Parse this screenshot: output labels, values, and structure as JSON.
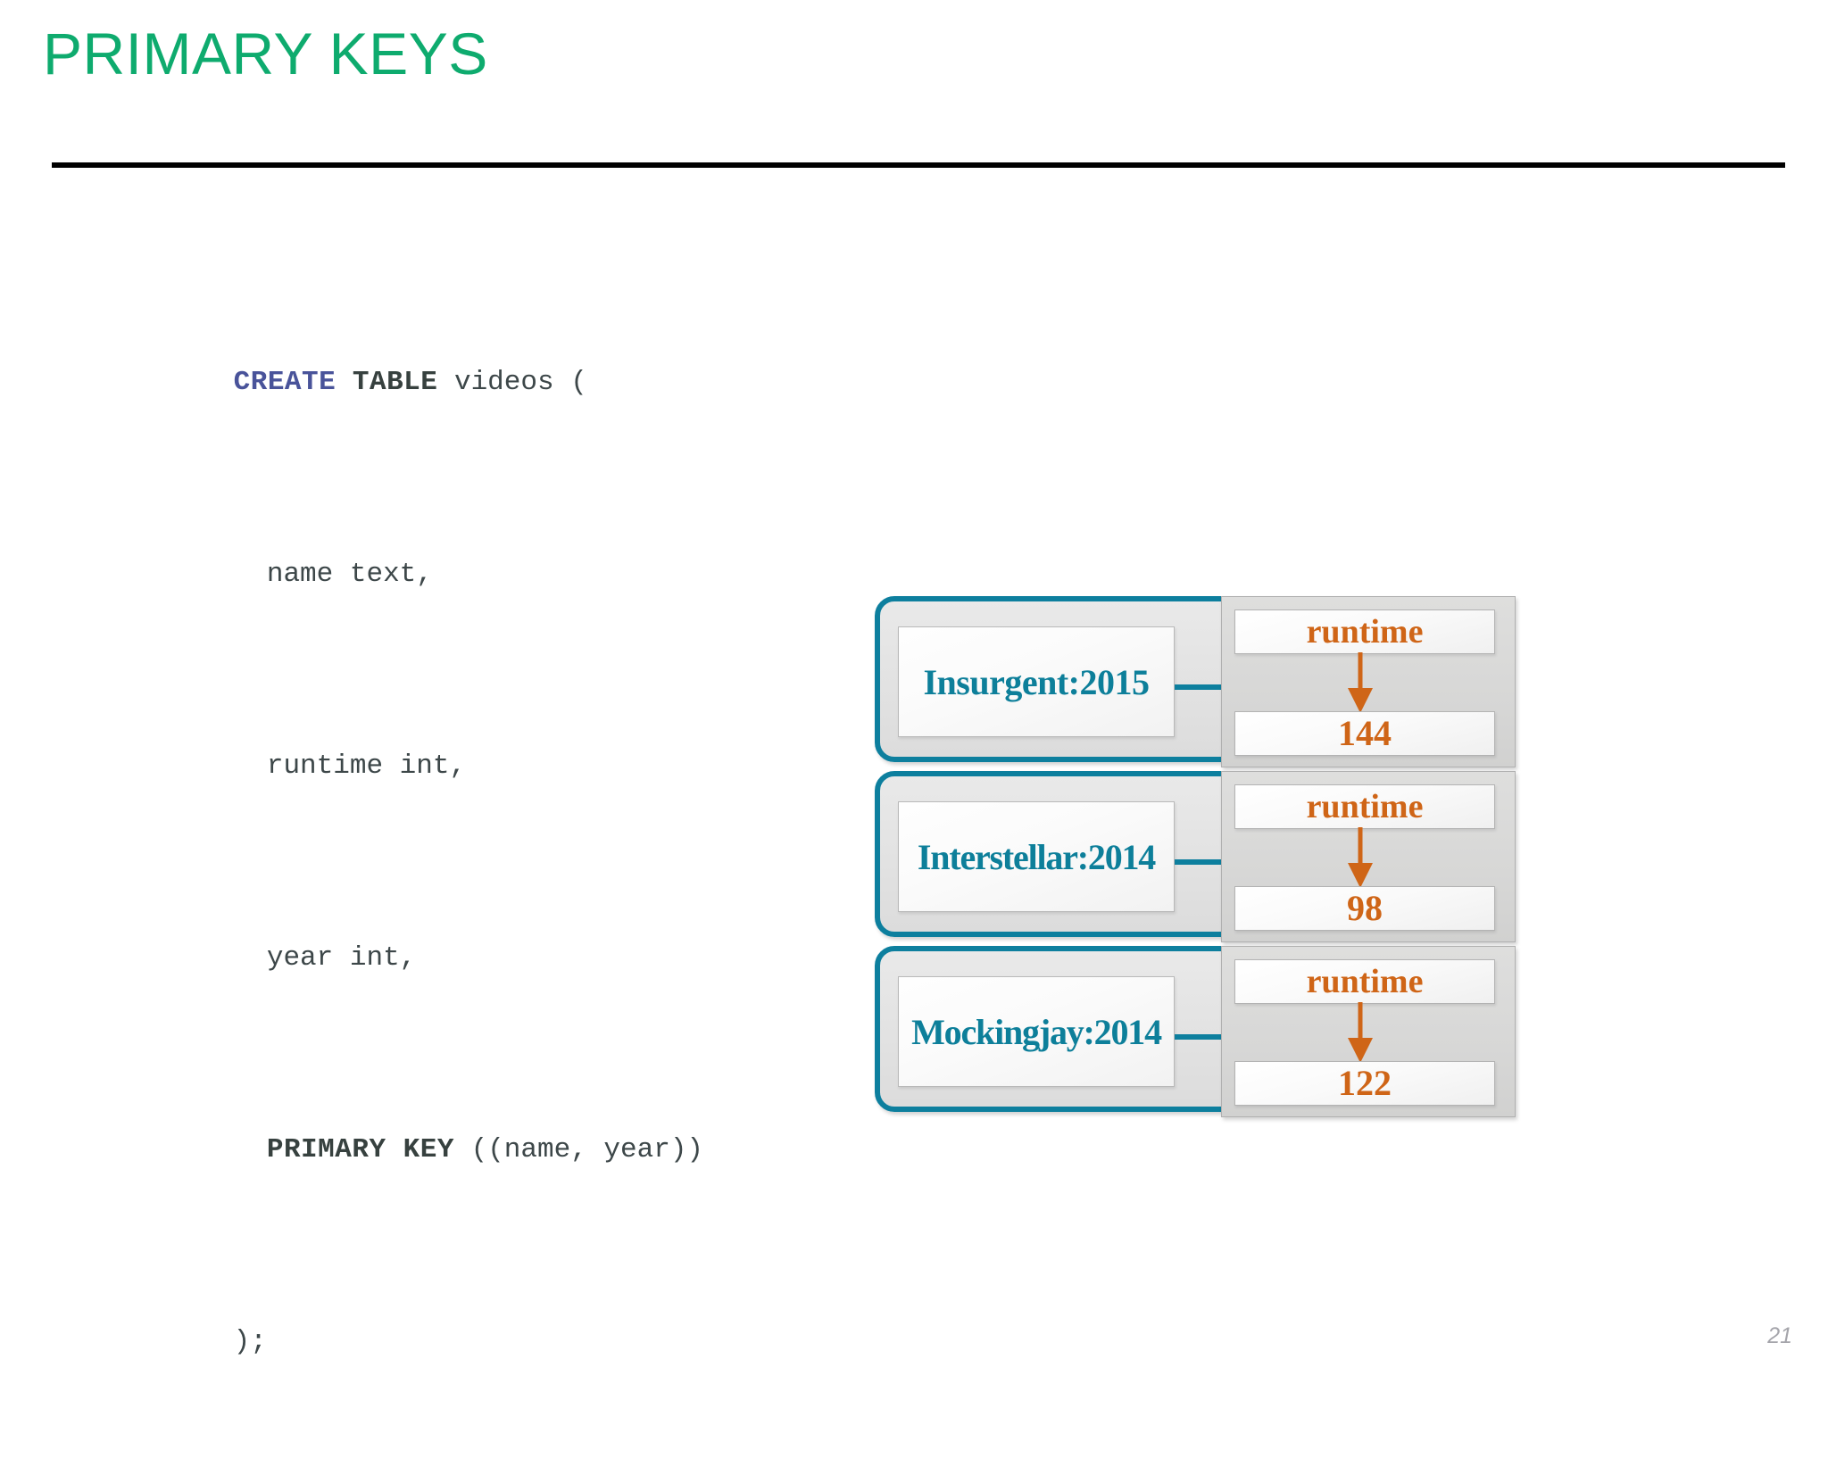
{
  "slide": {
    "title": "PRIMARY KEYS",
    "title_color": "#0eab6e",
    "page_number": "21"
  },
  "code": {
    "language": "cql",
    "lines": [
      {
        "indent": 0,
        "tokens": [
          {
            "text": "CREATE",
            "style": "kw-create"
          },
          {
            "text": " ",
            "style": "plain"
          },
          {
            "text": "TABLE",
            "style": "kw-dark"
          },
          {
            "text": " videos (",
            "style": "plain"
          }
        ]
      },
      {
        "indent": 1,
        "tokens": [
          {
            "text": "name text,",
            "style": "plain"
          }
        ]
      },
      {
        "indent": 1,
        "tokens": [
          {
            "text": "runtime int,",
            "style": "plain"
          }
        ]
      },
      {
        "indent": 1,
        "tokens": [
          {
            "text": "year int,",
            "style": "plain"
          }
        ]
      },
      {
        "indent": 1,
        "tokens": [
          {
            "text": "PRIMARY KEY",
            "style": "kw-dark"
          },
          {
            "text": " ((name, year))",
            "style": "plain"
          }
        ]
      },
      {
        "indent": 0,
        "tokens": [
          {
            "text": ");",
            "style": "plain"
          }
        ]
      }
    ],
    "full_text": "CREATE TABLE videos (\n  name text,\n  runtime int,\n  year int,\n  PRIMARY KEY ((name, year))\n);",
    "keyword_color": "#49539a",
    "keyword_alt_color": "#37413f",
    "plain_color": "#3d4749"
  },
  "diagram": {
    "accent_border_color": "#0d7f9e",
    "key_text_color": "#0d7f9a",
    "value_text_color": "#cf6517",
    "column_label": "runtime",
    "rows": [
      {
        "key": "Insurgent:2015",
        "name": "Insurgent",
        "year": "2015",
        "column": "runtime",
        "value": "144"
      },
      {
        "key": "Interstellar:2014",
        "name": "Interstellar",
        "year": "2014",
        "column": "runtime",
        "value": "98"
      },
      {
        "key": "Mockingjay:2014",
        "name": "Mockingjay",
        "year": "2014",
        "column": "runtime",
        "value": "122"
      }
    ]
  }
}
